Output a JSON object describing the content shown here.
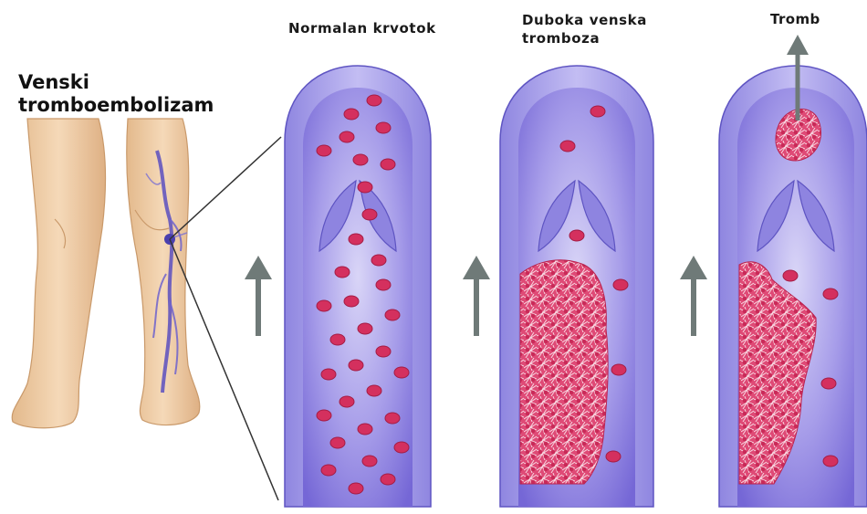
{
  "title": "Venski\ntromboembolizam",
  "panels": [
    {
      "label": "Normalan krvotok"
    },
    {
      "label": "Duboka venska\ntromboza"
    },
    {
      "label": "Tromb"
    }
  ],
  "colors": {
    "vein_wall": "#a9a3ea",
    "vein_wall_dark": "#6e63c9",
    "vein_lumen": "#8b7fe0",
    "blood_cell": "#d4305e",
    "clot": "#e0507a",
    "arrow": "#6f7a78",
    "skin": "#f0cfa9",
    "skin_shadow": "#d9ad82"
  },
  "icons": [
    "flow-arrow-up",
    "thrombus-arrow-up",
    "leg-illustration"
  ]
}
